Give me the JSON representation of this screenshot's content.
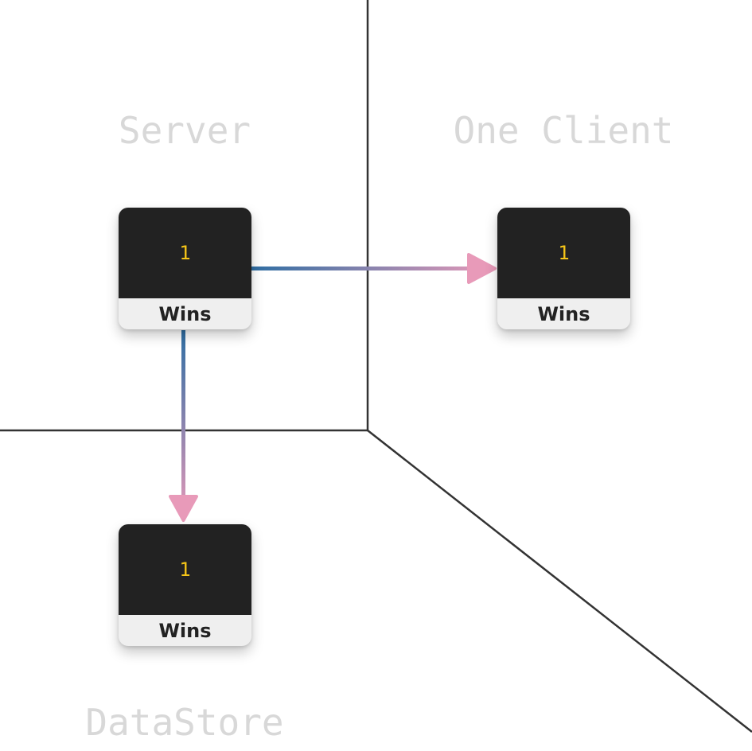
{
  "regions": {
    "server": "Server",
    "client": "One Client",
    "datastore": "DataStore"
  },
  "cards": {
    "server": {
      "value": "1",
      "label": "Wins"
    },
    "client": {
      "value": "1",
      "label": "Wins"
    },
    "datastore": {
      "value": "1",
      "label": "Wins"
    }
  },
  "colors": {
    "arrow_start": "#2f6ea3",
    "arrow_end": "#e89ab9",
    "divider": "#333333",
    "card_dark": "#222222",
    "card_light": "#efefef",
    "value_text": "#f5c518",
    "region_label": "#d8d8d8"
  }
}
